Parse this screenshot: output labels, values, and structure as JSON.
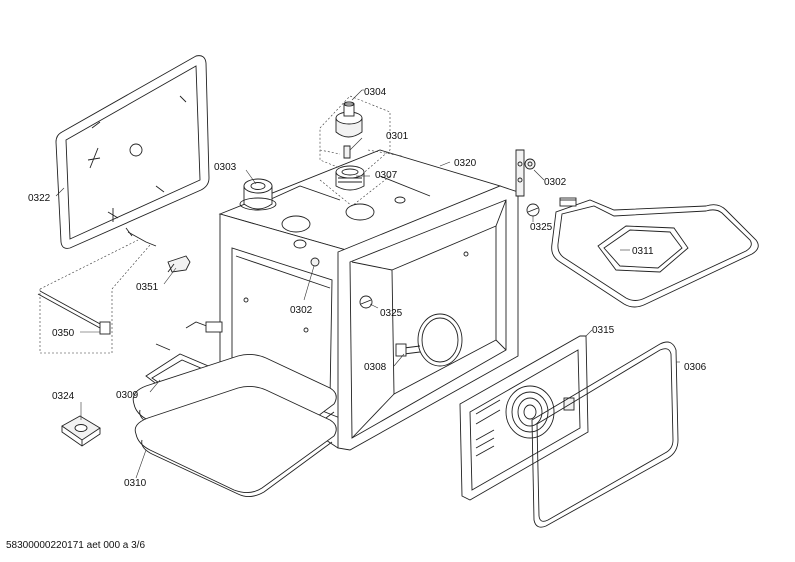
{
  "diagram": {
    "labels": [
      {
        "id": "0304",
        "text": "0304"
      },
      {
        "id": "0301",
        "text": "0301"
      },
      {
        "id": "0303",
        "text": "0303"
      },
      {
        "id": "0307",
        "text": "0307"
      },
      {
        "id": "0320",
        "text": "0320"
      },
      {
        "id": "0302a",
        "text": "0302"
      },
      {
        "id": "0325a",
        "text": "0325"
      },
      {
        "id": "0322",
        "text": "0322"
      },
      {
        "id": "0311",
        "text": "0311"
      },
      {
        "id": "0351",
        "text": "0351"
      },
      {
        "id": "0302b",
        "text": "0302"
      },
      {
        "id": "0325b",
        "text": "0325"
      },
      {
        "id": "0350",
        "text": "0350"
      },
      {
        "id": "0315",
        "text": "0315"
      },
      {
        "id": "0308",
        "text": "0308"
      },
      {
        "id": "0306",
        "text": "0306"
      },
      {
        "id": "0309",
        "text": "0309"
      },
      {
        "id": "0324",
        "text": "0324"
      },
      {
        "id": "0310",
        "text": "0310"
      }
    ]
  },
  "footer": {
    "reference": "58300000220171 aet 000 a 3/6"
  }
}
